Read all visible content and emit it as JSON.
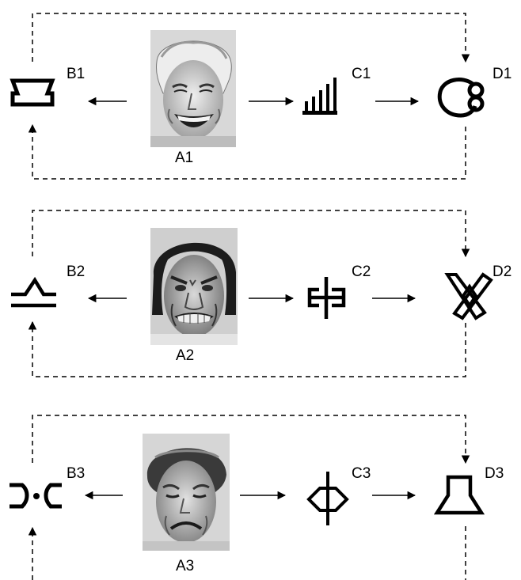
{
  "colors": {
    "line": "#000000",
    "background": "#ffffff",
    "photo_dark": "#2b2b2b",
    "photo_light": "#e6e6e6"
  },
  "rows": [
    {
      "face_label": "A1",
      "face_expression": "happy",
      "left_symbol": {
        "label": "B1",
        "icon": "notched-trapezoid-block-icon"
      },
      "middle_symbol": {
        "label": "C1",
        "icon": "ascending-bars-icon"
      },
      "right_symbol": {
        "label": "D1",
        "icon": "round-skull-face-icon"
      }
    },
    {
      "face_label": "A2",
      "face_expression": "angry",
      "left_symbol": {
        "label": "B2",
        "icon": "arch-on-base-icon"
      },
      "middle_symbol": {
        "label": "C2",
        "icon": "split-box-on-pole-icon"
      },
      "right_symbol": {
        "label": "D2",
        "icon": "crossed-diamonds-icon"
      }
    },
    {
      "face_label": "A3",
      "face_expression": "sad",
      "left_symbol": {
        "label": "B3",
        "icon": "facing-brackets-dot-icon"
      },
      "middle_symbol": {
        "label": "C3",
        "icon": "hexagon-on-pole-icon"
      },
      "right_symbol": {
        "label": "D3",
        "icon": "flask-icon"
      }
    }
  ]
}
